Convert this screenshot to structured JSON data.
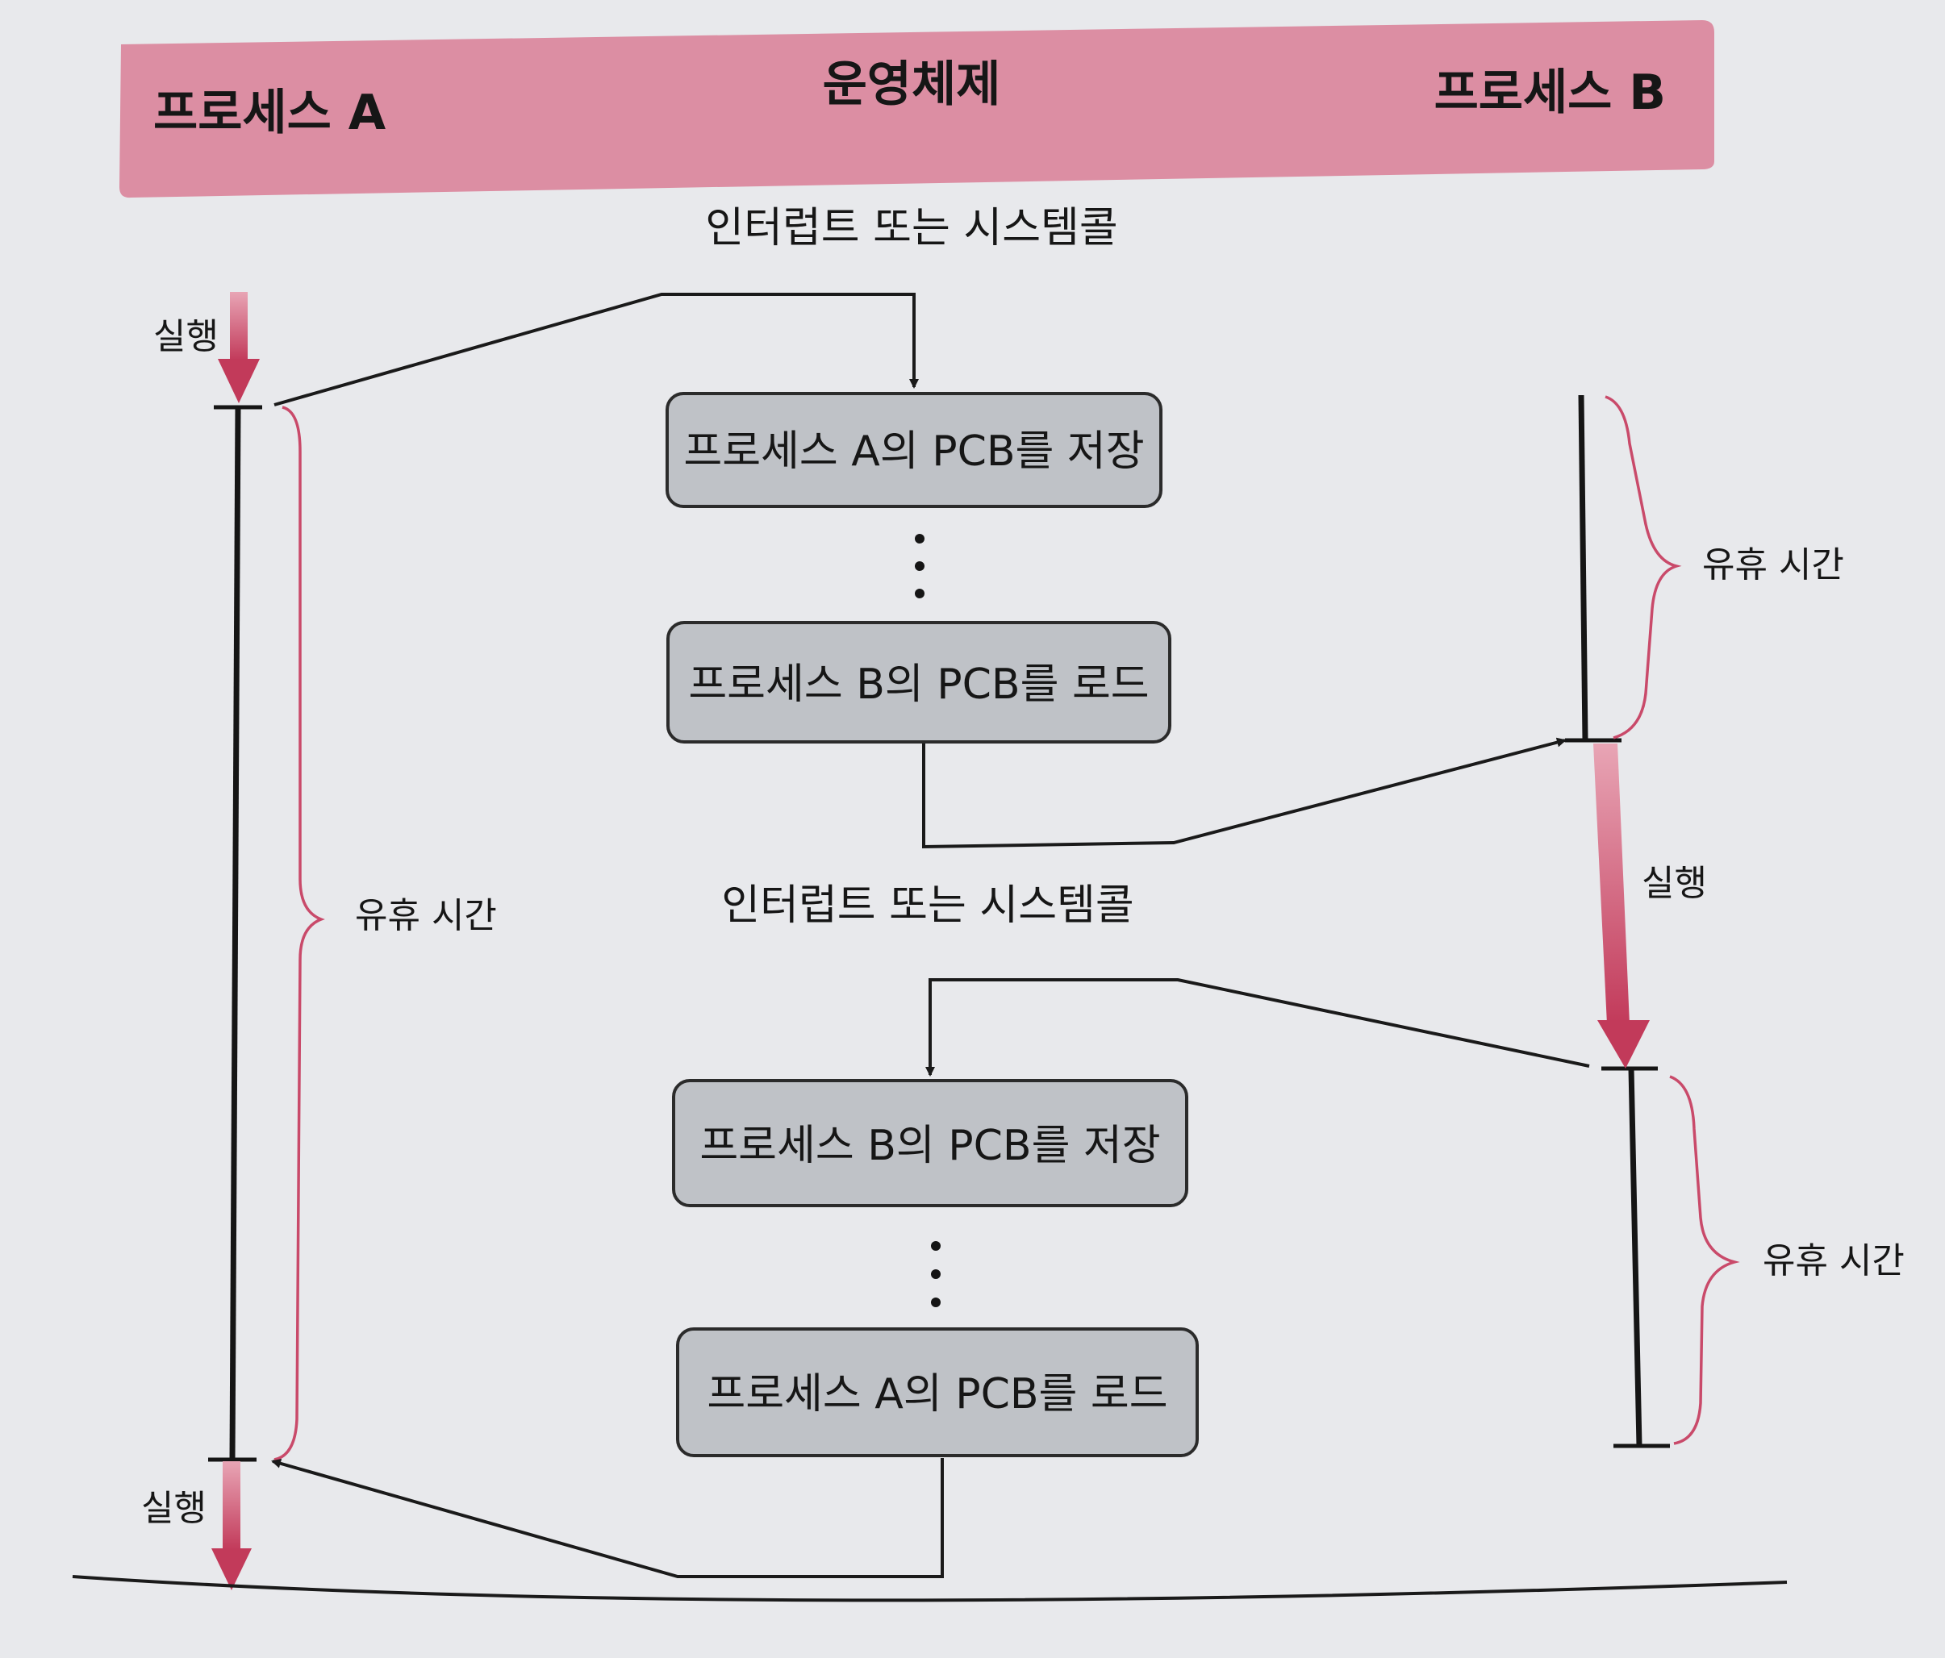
{
  "header": {
    "process_a": "프로세스 A",
    "os": "운영체제",
    "process_b": "프로세스 B",
    "band_color": "#dc8ea3"
  },
  "os_flow": {
    "interrupt_1": "인터럽트 또는 시스템콜",
    "save_a": "프로세스 A의 PCB를 저장",
    "load_b": "프로세스 B의 PCB를 로드",
    "interrupt_2": "인터럽트 또는 시스템콜",
    "save_b": "프로세스 B의 PCB를 저장",
    "load_a": "프로세스 A의 PCB를 로드"
  },
  "process_a": {
    "run_top": "실행",
    "idle": "유휴 시간",
    "run_bottom": "실행"
  },
  "process_b": {
    "idle_top": "유휴 시간",
    "run": "실행",
    "idle_bottom": "유휴 시간"
  },
  "colors": {
    "run_arrow": "#c23a5a",
    "brace": "#c94a6a",
    "box_fill": "#bfc2c7"
  }
}
